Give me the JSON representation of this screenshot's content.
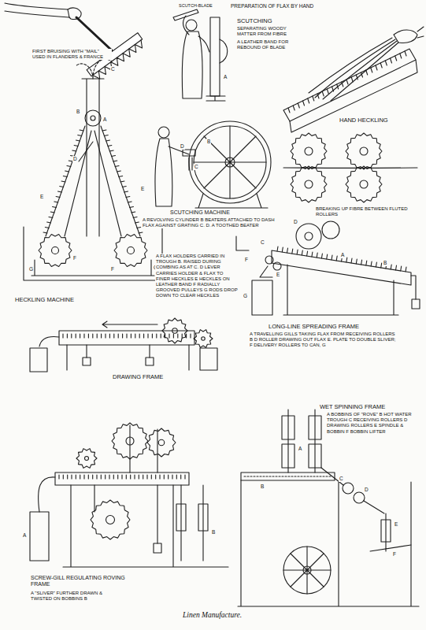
{
  "diagram": {
    "caption": "Linen Manufacture.",
    "labels": [
      "FIRST BRUISING WITH \"MAIL\" USED IN FLANDERS & FRANCE",
      "SCUTCH-BLADE",
      "PREPARATION OF FLAX BY HAND",
      "SCUTCHING",
      "SEPARATING WOODY MATTER FROM FIBRE",
      "A LEATHER BAND FOR REBOUND OF BLADE",
      "A",
      "HAND HECKLING",
      "C",
      "B",
      "A",
      "D",
      "E",
      "E",
      "F",
      "F",
      "G",
      "G",
      "SCUTCHING MACHINE",
      "A REVOLVING CYLINDER B BEATERS ATTACHED TO DASH FLAX AGAINST GRATING C. D. A TOOTHED BEATER",
      "C",
      "D",
      "B",
      "BREAKING UP FIBRE BETWEEN FLUTED ROLLERS",
      "A FLAX HOLDERS CARRIED IN TROUGH B. RAISED DURING COMBING AS AT C. D LEVER CARRIES HOLDER & FLAX TO FINER HECKLES E HECKLES ON LEATHER BAND F RADIALLY GROOVED PULLEYS G RODS DROP DOWN TO CLEAR HECKLES",
      "HECKLING MACHINE",
      "D",
      "C",
      "F",
      "E",
      "G",
      "A",
      "B",
      "LONG-LINE SPREADING FRAME",
      "A TRAVELLING GILLS TAKING FLAX FROM RECEIVING ROLLERS B D ROLLER DRAWING OUT FLAX E. PLATE TO DOUBLE SLIVER; F DELIVERY ROLLERS TO CAN, G",
      "DRAWING FRAME",
      "WET SPINNING FRAME",
      "A BOBBINS OF \"ROVE\" B HOT WATER TROUGH C RECEIVING ROLLERS D DRAWING ROLLERS E SPINDLE & BOBBIN F BOBBIN LIFTER",
      "A",
      "B",
      "C",
      "D",
      "E",
      "F",
      "A",
      "B",
      "SCREW-GILL REGULATING ROVING FRAME",
      "A \"SLIVER\" FURTHER DRAWN & TWISTED ON BOBBINS B"
    ]
  }
}
